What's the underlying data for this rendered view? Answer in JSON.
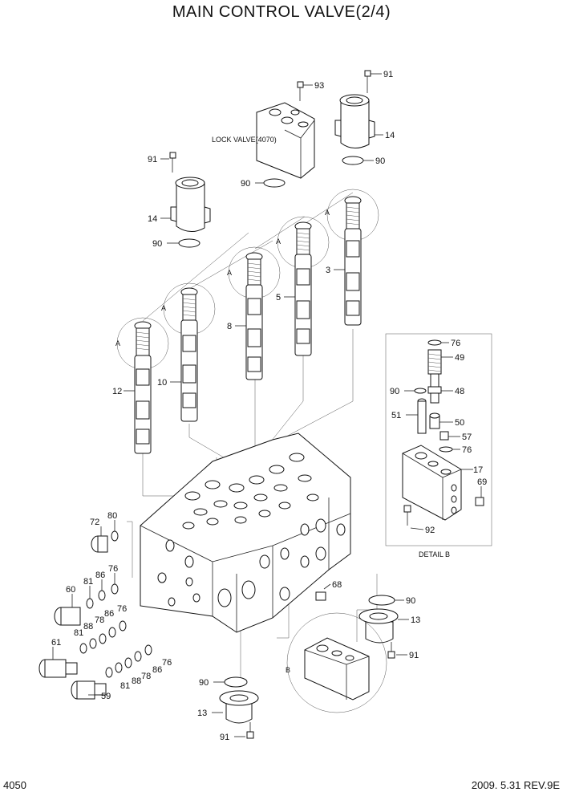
{
  "title": "MAIN CONTROL VALVE(2/4)",
  "page_number": "4050",
  "revision": "2009. 5.31  REV.9E",
  "lock_valve_label": "LOCK VALVE(4070)",
  "detail_label": "DETAIL B",
  "callouts": {
    "a_top": "A",
    "a_mid": "A",
    "a_left": "A",
    "a_spool8": "A",
    "a_ring": "A",
    "b_circle": "B",
    "p91_top": "91",
    "p93": "93",
    "p14_top": "14",
    "p90_top": "90",
    "p90_lock": "90",
    "p91_left": "91",
    "p14_left": "14",
    "p90_left": "90",
    "p3": "3",
    "p5": "5",
    "p8": "8",
    "p10": "10",
    "p12": "12",
    "p76_d": "76",
    "p49": "49",
    "p90_d": "90",
    "p48": "48",
    "p51": "51",
    "p50": "50",
    "p57": "57",
    "p76_d2": "76",
    "p17": "17",
    "p69": "69",
    "p92": "92",
    "p72": "72",
    "p80": "80",
    "p60": "60",
    "p81_a": "81",
    "p86_a": "86",
    "p76_a": "76",
    "p81_b": "81",
    "p88_b": "88",
    "p78_b": "78",
    "p86_b": "86",
    "p76_b": "76",
    "p61": "61",
    "p59": "59",
    "p81_c": "81",
    "p88_c": "88",
    "p78_c": "78",
    "p86_c": "86",
    "p76_c": "76",
    "p68": "68",
    "p90_r": "90",
    "p13_r": "13",
    "p91_r": "91",
    "p90_b": "90",
    "p13_b": "13",
    "p91_b": "91"
  }
}
